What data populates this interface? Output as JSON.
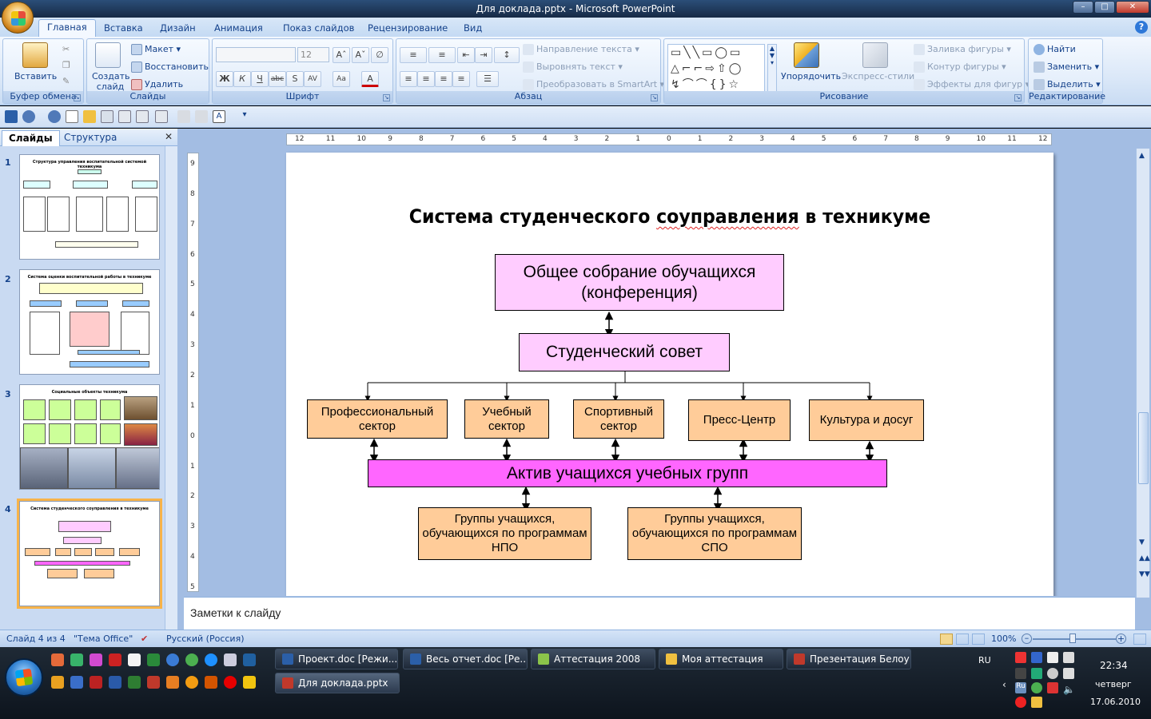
{
  "window": {
    "title": "Для доклада.pptx - Microsoft PowerPoint"
  },
  "tabs": [
    "Главная",
    "Вставка",
    "Дизайн",
    "Анимация",
    "Показ слайдов",
    "Рецензирование",
    "Вид"
  ],
  "ribbon": {
    "clipboard": {
      "label": "Буфер обмена",
      "paste": "Вставить"
    },
    "slides": {
      "label": "Слайды",
      "new_slide": "Создать слайд",
      "layout": "Макет",
      "reset": "Восстановить",
      "delete": "Удалить"
    },
    "font": {
      "label": "Шрифт",
      "size": "12"
    },
    "paragraph": {
      "label": "Абзац",
      "text_direction": "Направление текста",
      "align_text": "Выровнять текст",
      "smartart": "Преобразовать в SmartArt"
    },
    "drawing": {
      "label": "Рисование",
      "arrange": "Упорядочить",
      "quick_styles": "Экспресс-стили",
      "fill": "Заливка фигуры",
      "outline": "Контур фигуры",
      "effects": "Эффекты для фигур"
    },
    "editing": {
      "label": "Редактирование",
      "find": "Найти",
      "replace": "Заменить",
      "select": "Выделить"
    }
  },
  "left_panel": {
    "tabs": [
      "Слайды",
      "Структура"
    ],
    "thumbs": [
      {
        "num": "1",
        "title": "Структура управления воспитательной системой техникума"
      },
      {
        "num": "2",
        "title": "Система оценки воспитательной работы в техникуме"
      },
      {
        "num": "3",
        "title": "Социальные объекты техникума"
      },
      {
        "num": "4",
        "title": "Система студенческого соуправления в техникуме"
      }
    ]
  },
  "ruler": {
    "h": [
      "12",
      "11",
      "10",
      "9",
      "8",
      "7",
      "6",
      "5",
      "4",
      "3",
      "2",
      "1",
      "0",
      "1",
      "2",
      "3",
      "4",
      "5",
      "6",
      "7",
      "8",
      "9",
      "10",
      "11",
      "12"
    ],
    "v": [
      "9",
      "8",
      "7",
      "6",
      "5",
      "4",
      "3",
      "2",
      "1",
      "0",
      "1",
      "2",
      "3",
      "4",
      "5"
    ]
  },
  "slide": {
    "title_pre": "Система студенческого ",
    "title_spell": "соуправления",
    "title_post": " в техникуме",
    "boxes": {
      "assembly": "Общее собрание  обучащихся (конференция)",
      "council": "Студенческий совет",
      "prof": "Профессиональный сектор",
      "study": "Учебный сектор",
      "sport": "Спортивный сектор",
      "press": "Пресс-Центр",
      "culture": "Культура и досуг",
      "activ": "Актив учащихся учебных групп",
      "npo": "Группы учащихся, обучающихся по программам  НПО",
      "spo": "Группы учащихся, обучающихся по программам  СПО"
    }
  },
  "notes": "Заметки к слайду",
  "status": {
    "slide": "Слайд 4 из 4",
    "theme": "\"Тема Office\"",
    "lang": "Русский (Россия)",
    "zoom": "100%"
  },
  "taskbar": {
    "buttons": [
      "Проект.doc [Режи...",
      "Весь отчет.doc [Ре...",
      "Аттестация 2008",
      "Моя аттестация",
      "Презентация Белоу...",
      "Для доклада.pptx"
    ],
    "lang": "RU",
    "time": "22:34",
    "day": "четверг",
    "date": "17.06.2010"
  },
  "colors": {
    "box_pink": "#ffccff",
    "box_peach": "#ffcc99",
    "box_magenta": "#ff66ff",
    "ribbon": "#dbe8f8"
  }
}
